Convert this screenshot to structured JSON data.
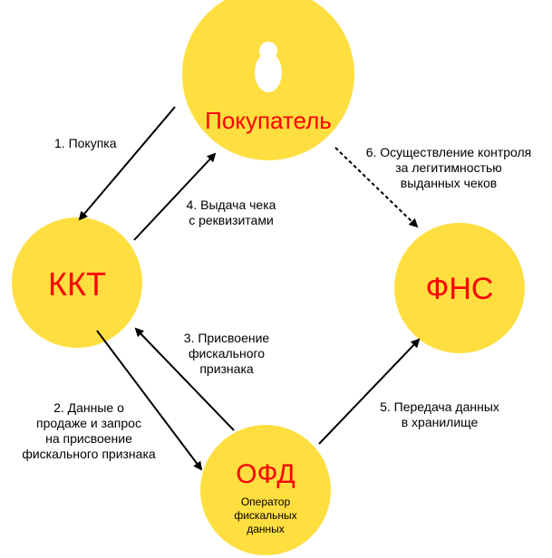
{
  "colors": {
    "node_fill": "#FFDE40",
    "node_title": "#FF0000",
    "arrow": "#000000"
  },
  "nodes": {
    "buyer": {
      "title": "Покупатель",
      "icon": "person-icon"
    },
    "kkt": {
      "title": "ККТ"
    },
    "fns": {
      "title": "ФНС"
    },
    "ofd": {
      "title": "ОФД",
      "subtitle_lines": [
        "Оператор",
        "фискальных",
        "данных"
      ]
    }
  },
  "edges": [
    {
      "lines": [
        "1. Покупка"
      ]
    },
    {
      "lines": [
        "2. Данные о",
        "продаже и запрос",
        "на присвоение",
        "фискального признака"
      ]
    },
    {
      "lines": [
        "3. Присвоение",
        "фискального",
        "признака"
      ]
    },
    {
      "lines": [
        "4. Выдача чека",
        "с реквизитами"
      ]
    },
    {
      "lines": [
        "5. Передача данных",
        "в хранилище"
      ]
    },
    {
      "lines": [
        "6. Осуществление контроля",
        "за легитимностью",
        "выданных чеков"
      ]
    }
  ]
}
